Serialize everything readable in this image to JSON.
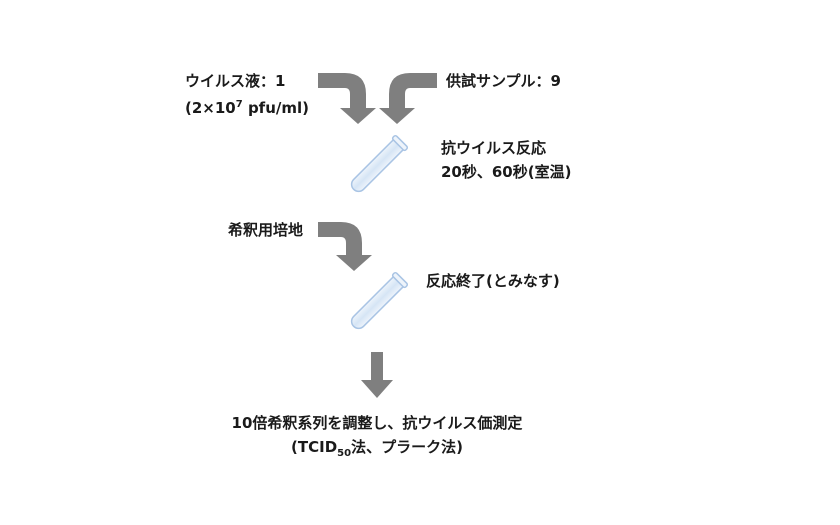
{
  "virus_solution": {
    "line1": "ウイルス液：1",
    "line2_prefix": "(2×10",
    "line2_exp": "7",
    "line2_suffix": " pfu/ml)"
  },
  "test_sample": {
    "label": "供試サンプル：9"
  },
  "antiviral_reaction": {
    "line1": "抗ウイルス反応",
    "line2": "20秒、60秒(室温)"
  },
  "dilution_medium": {
    "label": "希釈用培地"
  },
  "reaction_end": {
    "label": "反応終了(とみなす)"
  },
  "measurement": {
    "line1": "10倍希釈系列を調整し、抗ウイルス価測定",
    "line2_prefix": "(TCID",
    "line2_sub": "50",
    "line2_suffix": "法、プラーク法)"
  },
  "colors": {
    "arrow": "#7f7f7f",
    "tube_fill": "#dbe8f6",
    "tube_stroke": "#a9c4e4",
    "text": "#1a1a1a"
  }
}
